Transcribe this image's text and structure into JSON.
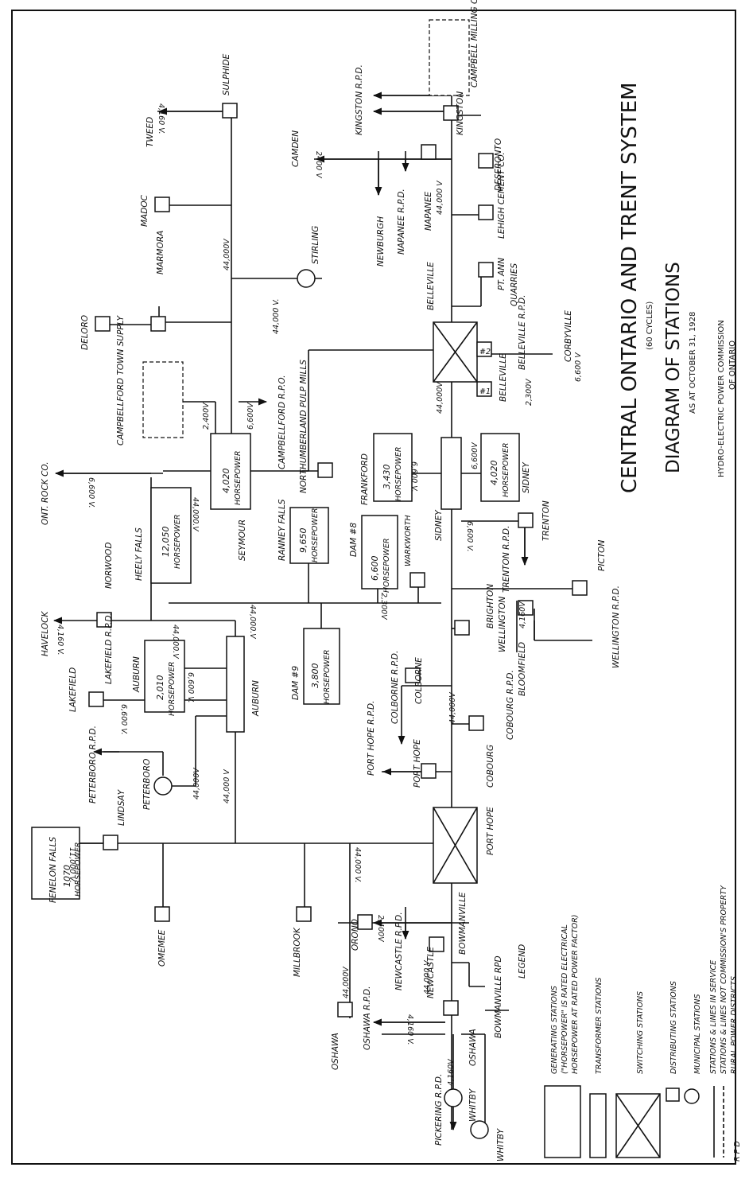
{
  "title": {
    "main": "CENTRAL ONTARIO AND TRENT SYSTEM",
    "cycles": "(60 CYCLES)",
    "diagram": "DIAGRAM OF STATIONS",
    "date": "AS AT OCTOBER 31, 1928",
    "publisher1": "HYDRO-ELECTRIC POWER COMMISSION",
    "publisher2": "OF ONTARIO"
  },
  "generating": {
    "fenelon": {
      "hp": "1070",
      "unit": "HORSEPOWER",
      "name": "FENELON FALLS"
    },
    "auburn": {
      "hp": "2,010",
      "unit": "HORSEPOWER",
      "name": "AUBURN"
    },
    "heely": {
      "hp": "12,050",
      "unit": "HORSEPOWER",
      "name": "HEELY FALLS"
    },
    "seymour": {
      "hp": "4,020",
      "unit": "HORSEPOWER",
      "name": "SEYMOUR"
    },
    "ranney": {
      "hp": "9,650",
      "unit": "HORSEPOWER",
      "name": "RANNEY FALLS"
    },
    "dam8": {
      "hp": "6,600",
      "unit": "HORSEPOWER",
      "name": "DAM #8"
    },
    "dam9": {
      "hp": "3,800",
      "unit": "HORSEPOWER",
      "name": "DAM #9"
    },
    "frankford": {
      "hp": "3,430",
      "unit": "HORSEPOWER",
      "name": "FRANKFORD"
    },
    "sidney": {
      "hp": "4,020",
      "unit": "HORSEPOWER",
      "name": "SIDNEY"
    }
  },
  "stations": {
    "tweed": "TWEED",
    "sulphide": "SULPHIDE",
    "madoc": "MADOC",
    "marmora": "MARMORA",
    "deloro": "DELORO",
    "campbellford_town": "CAMPBELLFORD TOWN SUPPLY",
    "campbellford_rpd": "CAMPBELLFORD R.P.O.",
    "northumberland": "NORTHUMBERLAND PULP MILLS",
    "stirling": "STIRLING",
    "ont_rock": "ONT. ROCK CO.",
    "norwood": "NORWOOD",
    "havelock": "HAVELOCK",
    "lakefield": "LAKEFIELD",
    "lakefield_rpd": "LAKEFIELD R.P.D.",
    "auburn_ts": "AUBURN",
    "peterboro": "PETERBORO",
    "peterboro_rpd": "PETERBORO R.P.D.",
    "lindsay": "LINDSAY",
    "omemee": "OMEMEE",
    "millbrook": "MILLBROOK",
    "warkworth": "WARKWORTH",
    "sidney_ts": "SIDNEY",
    "trenton": "TRENTON",
    "trenton_rpd": "TRENTON R.P.D.",
    "picton": "PICTON",
    "wellington": "WELLINGTON",
    "wellington_rpd": "WELLINGTON R.P.D.",
    "bloomfield": "BLOOMFIELD",
    "brighton": "BRIGHTON",
    "colborne": "COLBORNE",
    "colborne_rpd": "COLBORNE R.P.D.",
    "cobourg": "COBOURG",
    "cobourg_rpd": "COBOURG R.P.D.",
    "port_hope": "PORT HOPE",
    "port_hope_rpd": "PORT HOPE R.P.D.",
    "port_hope_sw": "PORT HOPE",
    "orono": "ORONO",
    "newcastle": "NEWCASTLE",
    "newcastle_rpd": "NEWCASTLE R.P.D.",
    "bowmanville": "BOWMANVILLE",
    "bowmanville_rpd": "BOWMANVILLE RPD",
    "oshawa1": "OSHAWA",
    "oshawa2": "OSHAWA",
    "oshawa_rpd": "OSHAWA R.P.D.",
    "whitby": "WHITBY",
    "whitby2": "WHITBY",
    "pickering_rpd": "PICKERING R.P.D.",
    "belleville": "BELLEVILLE",
    "belleville_dist": "BELLEVILLE",
    "belleville_rpd": "BELLEVILLE R.P.D.",
    "corbyville": "CORBYVILLE",
    "quarries": "QUARRIES",
    "pt_ann": "PT. ANN",
    "lehigh": "LEHIGH CEMENT CO.",
    "napanee": "NAPANEE",
    "napanee_rpd": "NAPANEE R.P.D.",
    "newburgh": "NEWBURGH",
    "camden": "CAMDEN",
    "deseronto": "DESERONTO",
    "kingston": "KINGSTON",
    "kingston_rpd": "KINGSTON R.P.D.",
    "campbell": "CAMPBELL MILLING CO.",
    "no1": "#1",
    "no2": "#2"
  },
  "voltages": {
    "v44": "44,000V",
    "v44b": "44,000.V",
    "v44c": "44,000 V",
    "v44d": "44,000 V.",
    "v6600": "6,600 V.",
    "v6600b": "6,600V",
    "v2400": "2,400V",
    "v2400b": "2400 V",
    "v2300": "2,300V",
    "v2300b": "2,300V",
    "v4160": "4,160 V.",
    "v4160b": "4,160V",
    "v11000": "11,000 V.",
    "v6600c": "6,600V",
    "v6600d": "6,600 V"
  },
  "legend": {
    "title": "LEGEND",
    "gen1": "GENERATING STATIONS",
    "gen2": "(\"HORSEPOWER\" IS RATED ELECTRICAL",
    "gen3": "HORSEPOWER AT RATED POWER FACTOR)",
    "transformer": "TRANSFORMER STATIONS",
    "switching": "SWITCHING STATIONS",
    "distributing": "DISTRIBUTING STATIONS",
    "municipal": "MUNICIPAL STATIONS",
    "service": "STATIONS & LINES IN SERVICE",
    "not_owned": "STATIONS & LINES NOT COMMISSION'S PROPERTY",
    "rpd_abbr": "R P D",
    "rpd": "RURAL POWER DISTRICTS"
  }
}
